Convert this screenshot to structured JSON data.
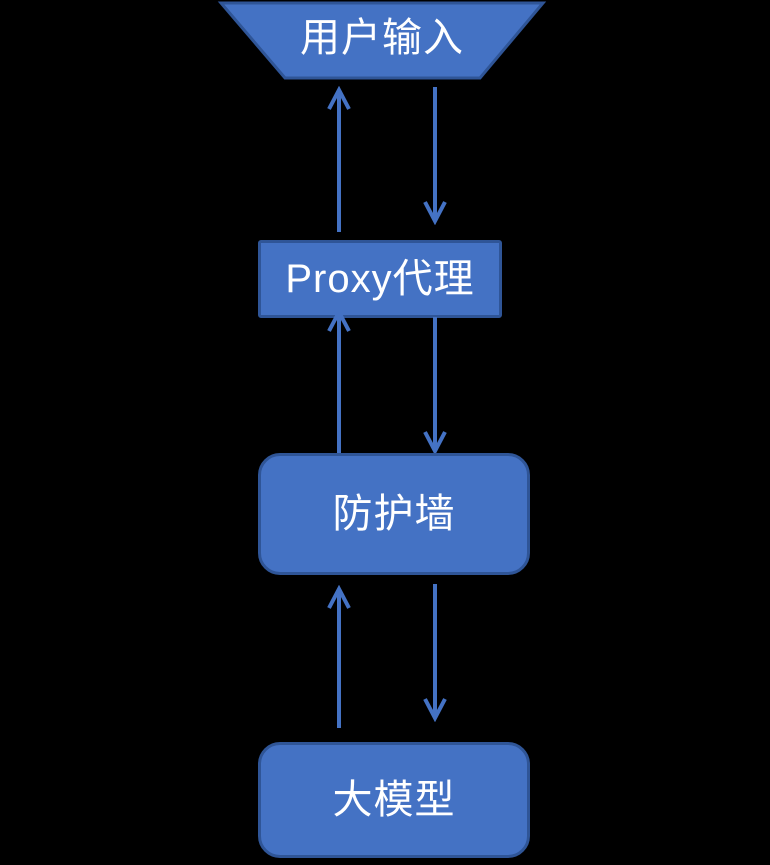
{
  "diagram": {
    "colors": {
      "background": "#000000",
      "shape_fill": "#4472C4",
      "shape_border": "#2F5597",
      "arrow_color": "#4472C4",
      "text_color": "#FFFFFF"
    },
    "nodes": [
      {
        "id": "user-input",
        "shape": "inverted-trapezoid",
        "label": "用户输入"
      },
      {
        "id": "proxy",
        "shape": "rectangle",
        "label": "Proxy代理"
      },
      {
        "id": "firewall",
        "shape": "rounded-rectangle",
        "label": "防护墙"
      },
      {
        "id": "llm",
        "shape": "rounded-rectangle",
        "label": "大模型"
      }
    ],
    "edges": [
      {
        "from": "proxy",
        "to": "user-input",
        "direction": "up"
      },
      {
        "from": "user-input",
        "to": "proxy",
        "direction": "down"
      },
      {
        "from": "firewall",
        "to": "proxy",
        "direction": "up"
      },
      {
        "from": "proxy",
        "to": "firewall",
        "direction": "down"
      },
      {
        "from": "llm",
        "to": "firewall",
        "direction": "up"
      },
      {
        "from": "firewall",
        "to": "llm",
        "direction": "down"
      }
    ]
  }
}
